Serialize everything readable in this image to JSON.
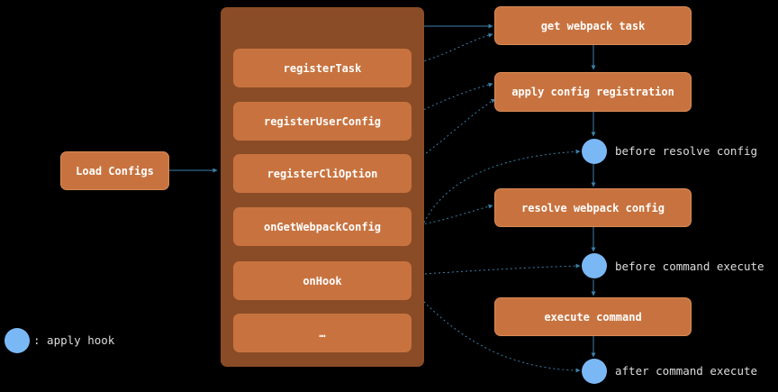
{
  "load_configs": "Load Configs",
  "api_items": [
    "registerTask",
    "registerUserConfig",
    "registerCliOption",
    "onGetWebpackConfig",
    "onHook",
    "…"
  ],
  "flow": {
    "get_webpack_task": "get webpack task",
    "apply_config_registration": "apply config registration",
    "resolve_webpack_config": "resolve webpack config",
    "execute_command": "execute command"
  },
  "hooks": {
    "before_resolve_config": "before resolve config",
    "before_command_execute": "before command execute",
    "after_command_execute": "after command execute"
  },
  "legend": ": apply hook",
  "colors": {
    "background": "#000000",
    "box": "#c8733f",
    "container": "#8a4c26",
    "hook": "#7ab8f5",
    "arrow": "#3c7fa8"
  }
}
